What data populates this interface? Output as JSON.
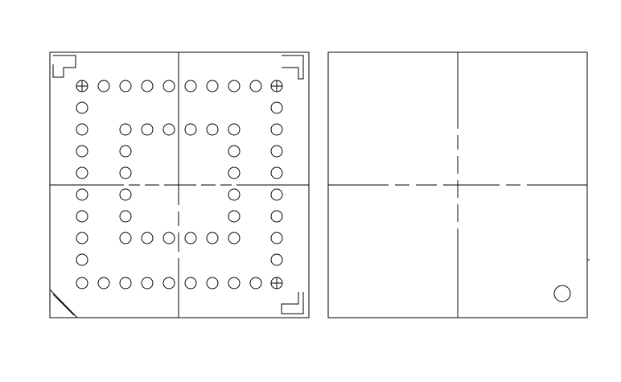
{
  "drawing": {
    "background": "#ffffff",
    "stroke_color": "#000000",
    "views": [
      {
        "id": "bottom-view",
        "has_corner_brackets": true,
        "has_chamfer": true,
        "pins": {
          "outer_ring_rows": 10,
          "outer_ring_cols": 10,
          "inner_ring_rows": 6,
          "inner_ring_cols": 6,
          "crossed_corners": [
            "top-left",
            "top-right",
            "bottom-right"
          ]
        }
      },
      {
        "id": "top-view",
        "has_orientation_marker": true,
        "orientation_marker_corner": "bottom-right"
      }
    ]
  }
}
